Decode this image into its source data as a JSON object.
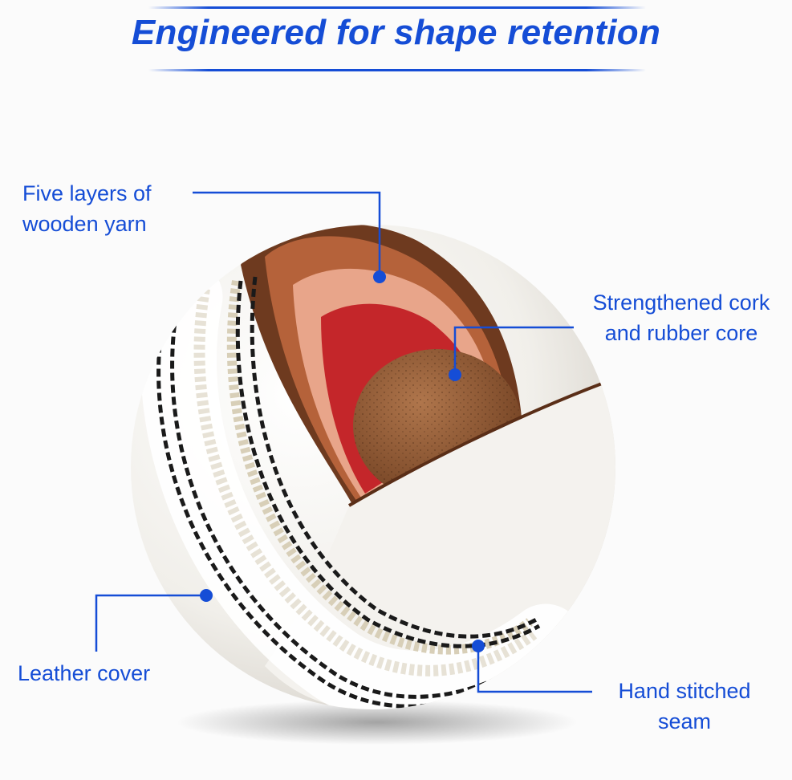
{
  "title": "Engineered for shape retention",
  "colors": {
    "accent": "#154dd6",
    "leather": "#f3f1ed",
    "seam_stitch": "#1a1a1a",
    "outer_layer": "#6e3a1f",
    "middle_layer": "#b8643c",
    "inner_layer": "#e8a58a",
    "red_layer": "#c4262a",
    "cork_core": "#8c5530"
  },
  "callouts": [
    {
      "id": "yarn",
      "lines": [
        "Five layers of",
        "wooden yarn"
      ]
    },
    {
      "id": "core",
      "lines": [
        "Strengthened cork",
        "and rubber core"
      ]
    },
    {
      "id": "leather",
      "lines": [
        "Leather cover"
      ]
    },
    {
      "id": "seam",
      "lines": [
        "Hand stitched",
        "seam"
      ]
    }
  ]
}
